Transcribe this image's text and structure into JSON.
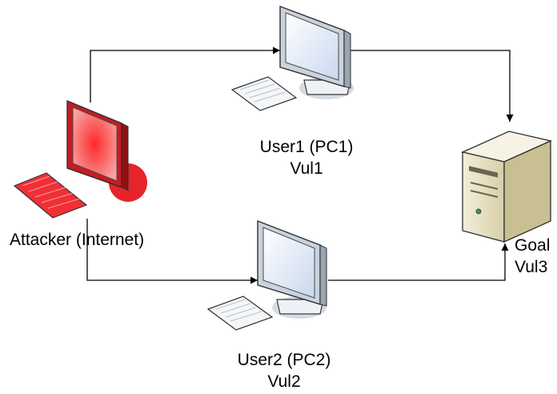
{
  "nodes": {
    "attacker": {
      "label": "Attacker (Internet)",
      "color": "#e8242b",
      "icon": "computer-icon"
    },
    "user1": {
      "label": "User1 (PC1)",
      "vuln": "Vul1",
      "color": "#dfe9f6",
      "icon": "computer-icon"
    },
    "user2": {
      "label": "User2 (PC2)",
      "vuln": "Vul2",
      "color": "#dfe9f6",
      "icon": "computer-icon"
    },
    "goal": {
      "label": "Goal",
      "vuln": "Vul3",
      "color": "#e9e2c3",
      "icon": "server-icon"
    }
  },
  "edges": [
    {
      "from": "attacker",
      "to": "user1"
    },
    {
      "from": "attacker",
      "to": "user2"
    },
    {
      "from": "user1",
      "to": "goal"
    },
    {
      "from": "user2",
      "to": "goal"
    }
  ]
}
